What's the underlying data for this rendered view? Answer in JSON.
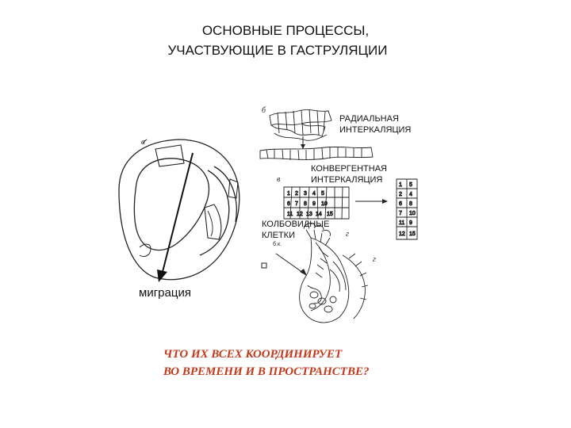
{
  "title": {
    "line1": "ОСНОВНЫЕ ПРОЦЕССЫ,",
    "line2": "УЧАСТВУЮЩИЕ В ГАСТРУЛЯЦИИ"
  },
  "labels": {
    "radial": [
      "РАДИАЛЬНАЯ",
      "ИНТЕРКАЛЯЦИЯ"
    ],
    "convergent": [
      "КОНВЕРГЕНТНАЯ",
      "ИНТЕРКАЛЯЦИЯ"
    ],
    "bottle": [
      "КОЛБОВИДНЫЕ",
      "КЛЕТКИ"
    ],
    "migration": "миграция"
  },
  "figure_letters": {
    "a": "а",
    "b": "б",
    "v": "в",
    "g": "г"
  },
  "question": {
    "line1": "ЧТО ИХ ВСЕХ КООРДИНИРУЕТ",
    "line2": "ВО ВРЕМЕНИ И В ПРОСТРАНСТВЕ?"
  },
  "colors": {
    "question": "#c2391b",
    "ink": "#111111"
  }
}
